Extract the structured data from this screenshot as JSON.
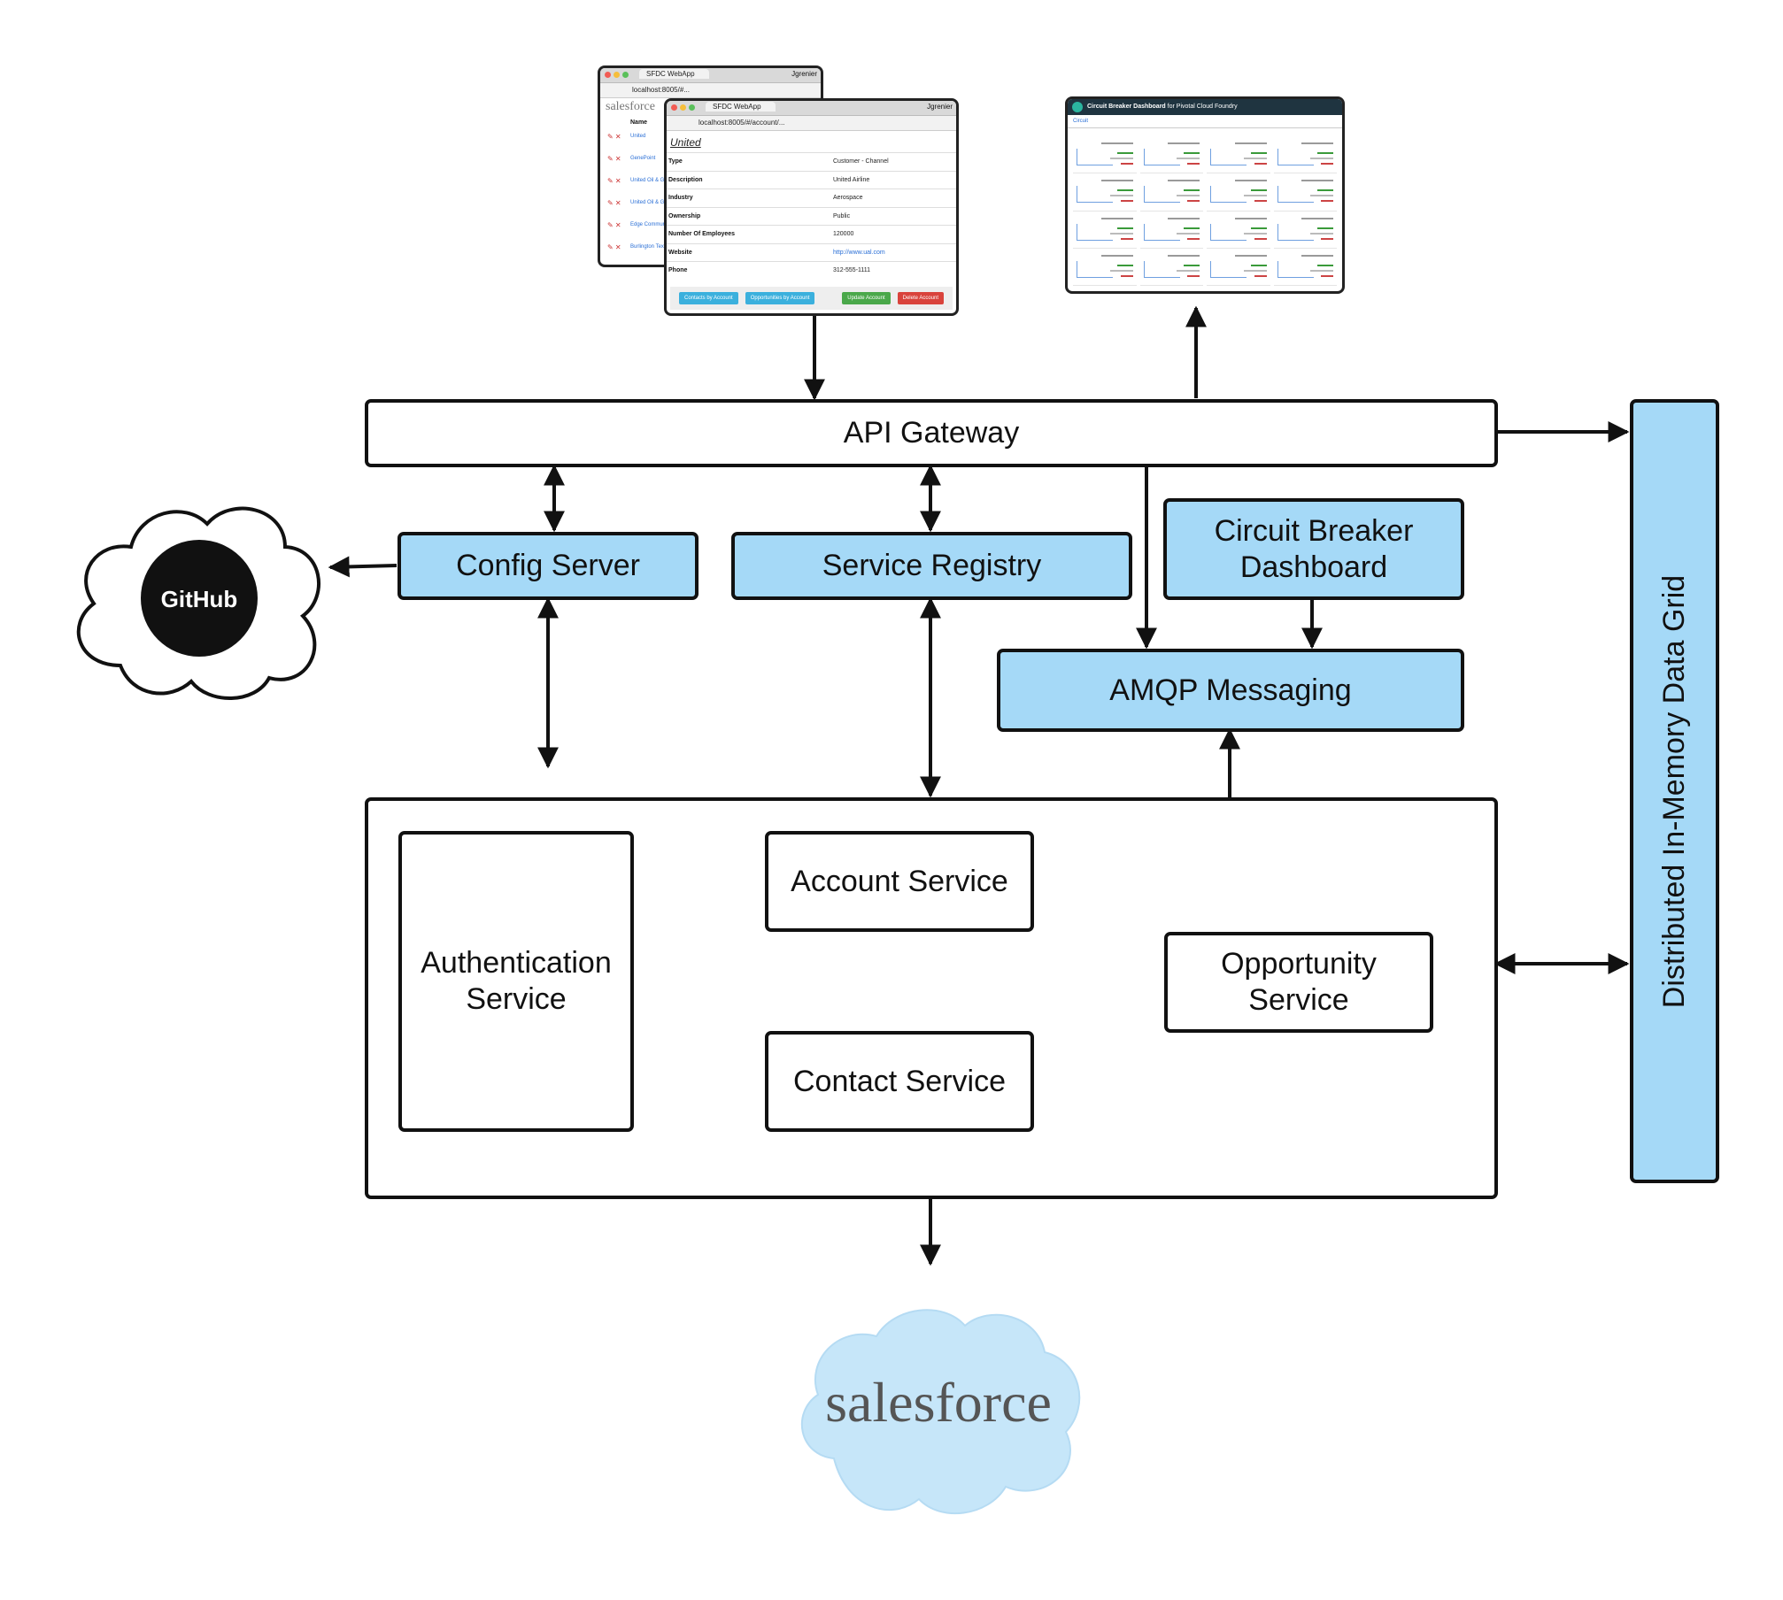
{
  "nodes": {
    "api_gateway": "API Gateway",
    "config_server": "Config Server",
    "service_registry": "Service Registry",
    "circuit_breaker_dashboard": "Circuit Breaker\nDashboard",
    "amqp_messaging": "AMQP Messaging",
    "distributed_data_grid": "Distributed In-Memory Data Grid",
    "authentication_service": "Authentication\nService",
    "account_service": "Account Service",
    "opportunity_service": "Opportunity\nService",
    "contact_service": "Contact Service"
  },
  "logos": {
    "github": "GitHub",
    "salesforce": "salesforce"
  },
  "webapp_back": {
    "tab_title": "SFDC WebApp",
    "url": "localhost:8005/#...",
    "user": "Jgrenier",
    "brand": "salesforce",
    "column_header": "Name",
    "rows": [
      "United",
      "GenePoint",
      "United Oil & Gas, UK",
      "United Oil & Gas, Singapore",
      "Edge Communications",
      "Burlington Textiles"
    ]
  },
  "webapp_front": {
    "tab_title": "SFDC WebApp",
    "url": "localhost:8005/#/account/...",
    "user": "Jgrenier",
    "account_name": "United",
    "fields": [
      {
        "label": "Type",
        "value": "Customer - Channel"
      },
      {
        "label": "Description",
        "value": "United Airline"
      },
      {
        "label": "Industry",
        "value": "Aerospace"
      },
      {
        "label": "Ownership",
        "value": "Public"
      },
      {
        "label": "Number Of Employees",
        "value": "120000"
      },
      {
        "label": "Website",
        "value": "http://www.ual.com"
      },
      {
        "label": "Phone",
        "value": "312-555-1111"
      }
    ],
    "buttons": [
      {
        "label": "Contacts by Account",
        "color": "#3bb0dd"
      },
      {
        "label": "Opportunities by Account",
        "color": "#3bb0dd"
      },
      {
        "label": "Update Account",
        "color": "#4aa84a"
      },
      {
        "label": "Delete Account",
        "color": "#d9433c"
      }
    ]
  },
  "dashboard_window": {
    "title": "Circuit Breaker Dashboard",
    "subtitle": "for Pivotal Cloud Foundry",
    "section_label": "Circuit"
  },
  "colors": {
    "service_fill": "#a5d9f7",
    "stroke": "#111111",
    "cloud_fill": "#c6e6f9"
  }
}
